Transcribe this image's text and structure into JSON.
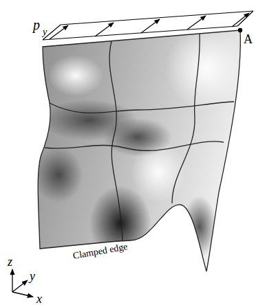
{
  "diagram": {
    "labels": [
      "p",
      "y",
      "A",
      "z",
      "y",
      "x",
      "Clamped edge"
    ]
  }
}
